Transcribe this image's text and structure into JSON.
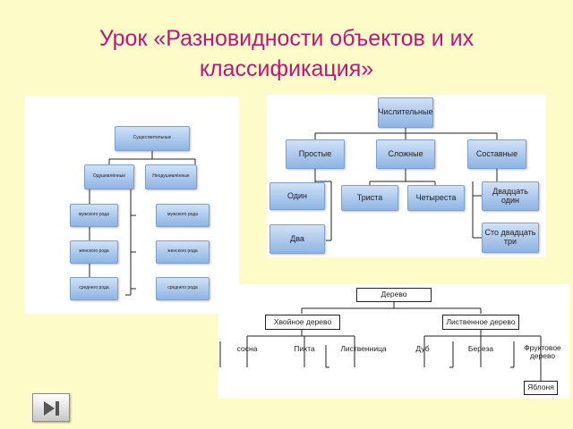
{
  "title": "Урок «Разновидности объектов и их классификация»",
  "diagram1": {
    "root": "Существительные",
    "left": "Одушевлённые",
    "right": "Неодушевлённые",
    "left_children": [
      "мужского рода",
      "женского рода",
      "среднего рода"
    ],
    "right_children": [
      "мужского рода",
      "женского рода",
      "среднего рода"
    ]
  },
  "diagram2": {
    "root": "Числительные",
    "simple": "Простые",
    "complex": "Сложные",
    "compound": "Составные",
    "simple_children": [
      "Один",
      "Два"
    ],
    "complex_children": [
      "Триста",
      "Четыреста"
    ],
    "compound_children": [
      "Двадцать один",
      "Сто двадцать три"
    ]
  },
  "diagram3": {
    "root": "Дерево",
    "conifer": "Хвойное дерево",
    "deciduous": "Лиственное дерево",
    "conifer_children": [
      "сосна",
      "Пихта",
      "Лиственница"
    ],
    "deciduous_children": [
      "Дуб",
      "Береза",
      "Фруктовое дерево"
    ],
    "fruit_child": "Яблоня"
  },
  "colors": {
    "title": "#c0157d",
    "background": "#fdfbc8",
    "node_fill": "#a9c6ec"
  },
  "nav": {
    "icon": "play-skip-icon"
  }
}
